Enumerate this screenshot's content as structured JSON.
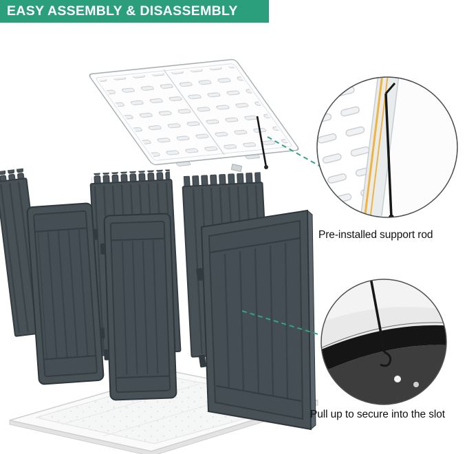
{
  "banner": {
    "title": "EASY ASSEMBLY & DISASSEMBLY"
  },
  "callouts": {
    "support_rod": {
      "label": "Pre-installed support rod"
    },
    "slot": {
      "label": "Pull up to secure into the slot"
    }
  },
  "colors": {
    "banner_green": "#2b9e7c",
    "connector_teal": "#2fa48a",
    "panel_dark": "#485156",
    "rod_yellow": "#f2b33d",
    "rod_black": "#171717"
  }
}
